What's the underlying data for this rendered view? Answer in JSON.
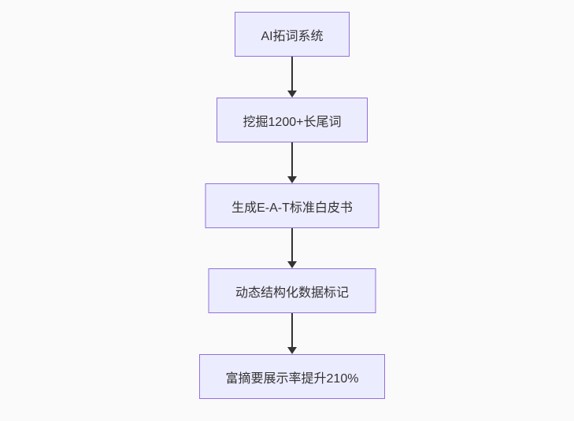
{
  "flowchart": {
    "type": "vertical-flowchart",
    "nodes": [
      {
        "id": "n1",
        "label": "AI拓词系统"
      },
      {
        "id": "n2",
        "label": "挖掘1200+长尾词"
      },
      {
        "id": "n3",
        "label": "生成E-A-T标准白皮书"
      },
      {
        "id": "n4",
        "label": "动态结构化数据标记"
      },
      {
        "id": "n5",
        "label": "富摘要展示率提升210%"
      }
    ],
    "edges": [
      {
        "from": "n1",
        "to": "n2"
      },
      {
        "from": "n2",
        "to": "n3"
      },
      {
        "from": "n3",
        "to": "n4"
      },
      {
        "from": "n4",
        "to": "n5"
      }
    ],
    "colors": {
      "node_fill": "#ECECFF",
      "node_border": "#9370DB",
      "text": "#333333",
      "arrow": "#333333",
      "background": "#FAFAFA"
    }
  }
}
